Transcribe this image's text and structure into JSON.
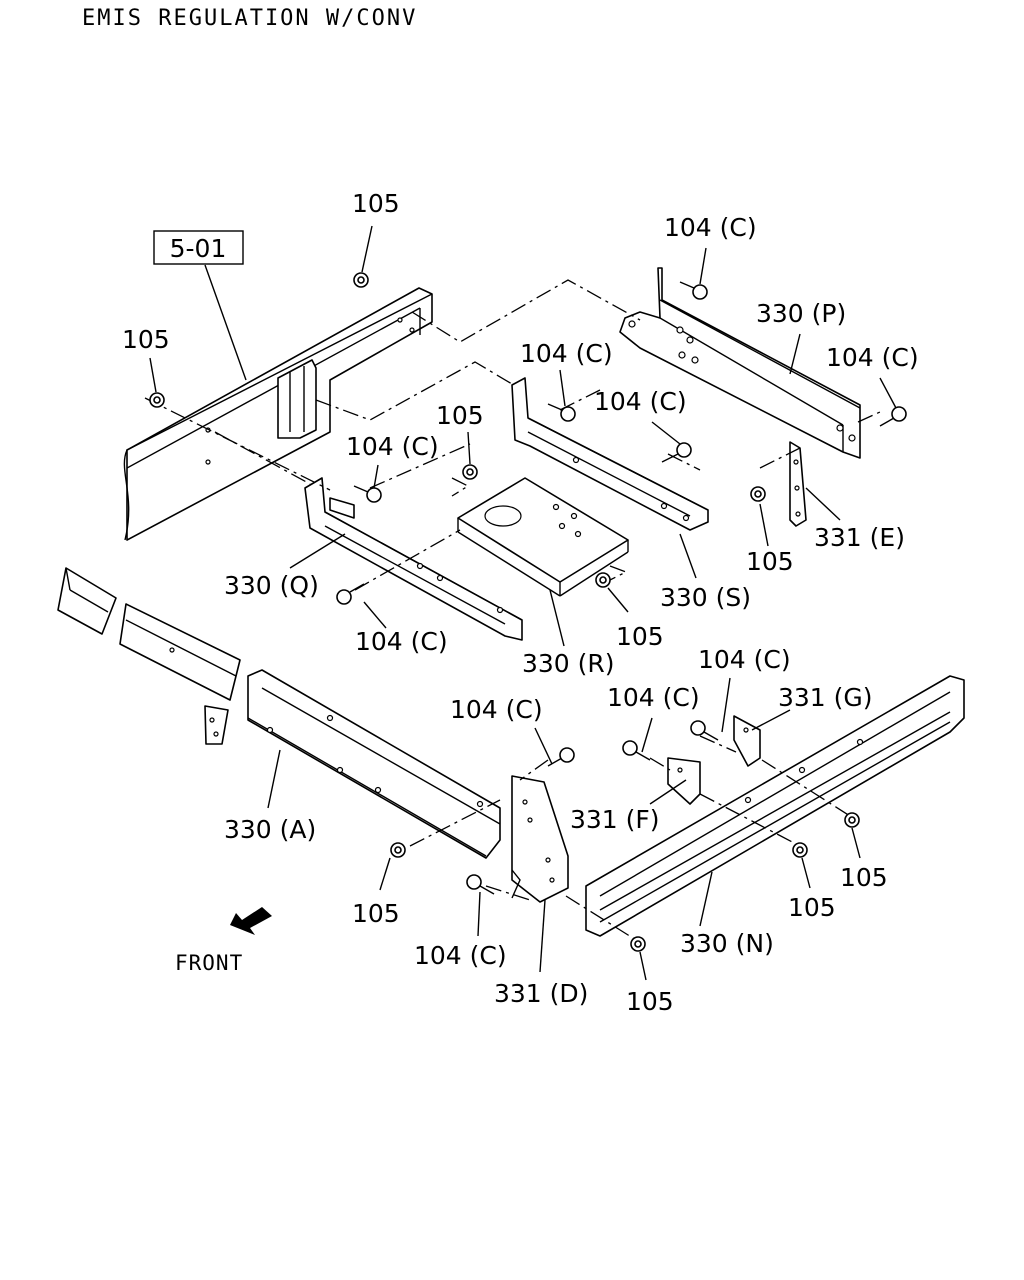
{
  "header": {
    "title": "EMIS REGULATION W/CONV"
  },
  "reference_box": {
    "label": "5-01"
  },
  "front_indicator": {
    "label": "FRONT"
  },
  "callouts": [
    {
      "id": "c01",
      "text": "105"
    },
    {
      "id": "c02",
      "text": "105"
    },
    {
      "id": "c03",
      "text": "104 (C)"
    },
    {
      "id": "c04",
      "text": "330 (P)"
    },
    {
      "id": "c05",
      "text": "104 (C)"
    },
    {
      "id": "c06",
      "text": "104 (C)"
    },
    {
      "id": "c07",
      "text": "104 (C)"
    },
    {
      "id": "c08",
      "text": "105"
    },
    {
      "id": "c09",
      "text": "104 (C)"
    },
    {
      "id": "c10",
      "text": "331 (E)"
    },
    {
      "id": "c11",
      "text": "105"
    },
    {
      "id": "c12",
      "text": "330 (Q)"
    },
    {
      "id": "c13",
      "text": "330 (S)"
    },
    {
      "id": "c14",
      "text": "104 (C)"
    },
    {
      "id": "c15",
      "text": "105"
    },
    {
      "id": "c16",
      "text": "330 (R)"
    },
    {
      "id": "c17",
      "text": "104 (C)"
    },
    {
      "id": "c18",
      "text": "104 (C)"
    },
    {
      "id": "c19",
      "text": "331 (G)"
    },
    {
      "id": "c20",
      "text": "104 (C)"
    },
    {
      "id": "c21",
      "text": "331 (F)"
    },
    {
      "id": "c22",
      "text": "330 (A)"
    },
    {
      "id": "c23",
      "text": "105"
    },
    {
      "id": "c24",
      "text": "105"
    },
    {
      "id": "c25",
      "text": "105"
    },
    {
      "id": "c26",
      "text": "104 (C)"
    },
    {
      "id": "c27",
      "text": "330 (N)"
    },
    {
      "id": "c28",
      "text": "331 (D)"
    },
    {
      "id": "c29",
      "text": "105"
    }
  ]
}
